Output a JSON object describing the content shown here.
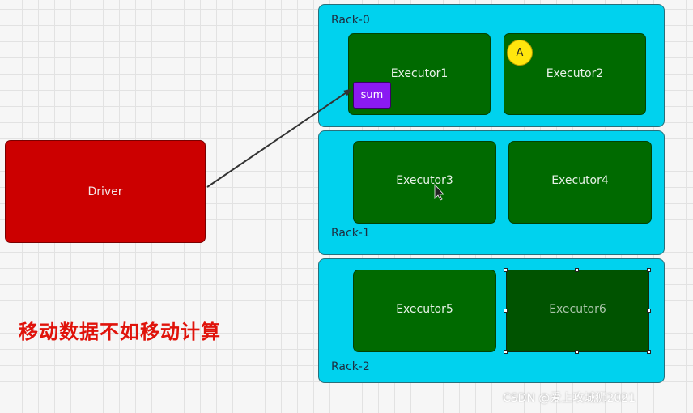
{
  "driver": {
    "label": "Driver"
  },
  "racks": [
    {
      "label": "Rack-0",
      "executors": [
        "Executor1",
        "Executor2"
      ]
    },
    {
      "label": "Rack-1",
      "executors": [
        "Executor3",
        "Executor4"
      ]
    },
    {
      "label": "Rack-2",
      "executors": [
        "Executor5",
        "Executor6"
      ]
    }
  ],
  "task_block": {
    "label": "sum"
  },
  "data_badge": {
    "label": "A"
  },
  "caption": "移动数据不如移动计算",
  "watermark": "CSDN @爱上攻城狮2021",
  "colors": {
    "rack": "#00d2ee",
    "executor": "#006a00",
    "executor_selected": "#005300",
    "driver": "#cc0000",
    "task": "#8a1af2",
    "badge": "#ffe60d",
    "caption": "#e0130b"
  },
  "selected_executor": "Executor6"
}
